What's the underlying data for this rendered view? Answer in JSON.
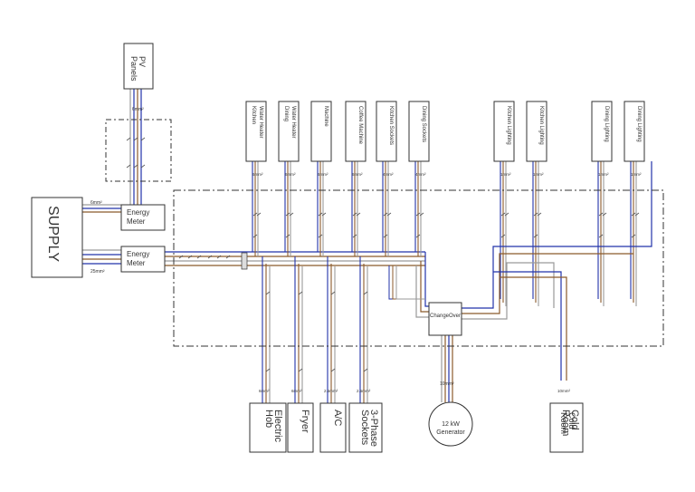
{
  "blocks": {
    "supply": "SUPPLY",
    "pv_panels": [
      "PV",
      "Panels"
    ],
    "energy_meter": [
      "Energy",
      "Meter"
    ],
    "changeover": "ChangeOver",
    "generator": [
      "12 kW",
      "Generator"
    ]
  },
  "cables": {
    "pv": "6mm²",
    "supply_top": "6mm²",
    "supply_main": "25mm²",
    "generator": "10mm²"
  },
  "loads_top": [
    {
      "label": [
        "Water Heater",
        "Kitchen"
      ],
      "cable": "6mm²"
    },
    {
      "label": [
        "Water Heater",
        "Dining"
      ],
      "cable": "6mm²"
    },
    {
      "label": [
        "Machine"
      ],
      "cable": "6mm²"
    },
    {
      "label": [
        "Coffee Machine"
      ],
      "cable": "6mm²"
    },
    {
      "label": [
        "Kitchen Sockets"
      ],
      "cable": "4mm²"
    },
    {
      "label": [
        "Dining Sockets"
      ],
      "cable": "4mm²"
    },
    {
      "label": [
        "Kitchen Lighting"
      ],
      "cable": "1mm²"
    },
    {
      "label": [
        "Kitchen Lighting"
      ],
      "cable": "1mm²"
    },
    {
      "label": [
        "Dining Lighting"
      ],
      "cable": "1mm²"
    },
    {
      "label": [
        "Dining Lighting"
      ],
      "cable": "1mm²"
    }
  ],
  "loads_bottom": [
    {
      "label": [
        "Electric",
        "Hob"
      ],
      "cable": "6mm²"
    },
    {
      "label": [
        "Fryer"
      ],
      "cable": "6mm²"
    },
    {
      "label": [
        "A/C"
      ],
      "cable": "2.5mm²"
    },
    {
      "label": [
        "3-Phase",
        "Sockets"
      ],
      "cable": "2.5mm²"
    },
    {
      "label": [
        "Cold",
        "Room"
      ],
      "cable": "10mm²"
    }
  ],
  "colors": {
    "live_brown": "#8B5A2B",
    "neutral_blue": "#2233AA",
    "earth_grey": "#9A9A9A",
    "frame": "#333333"
  }
}
